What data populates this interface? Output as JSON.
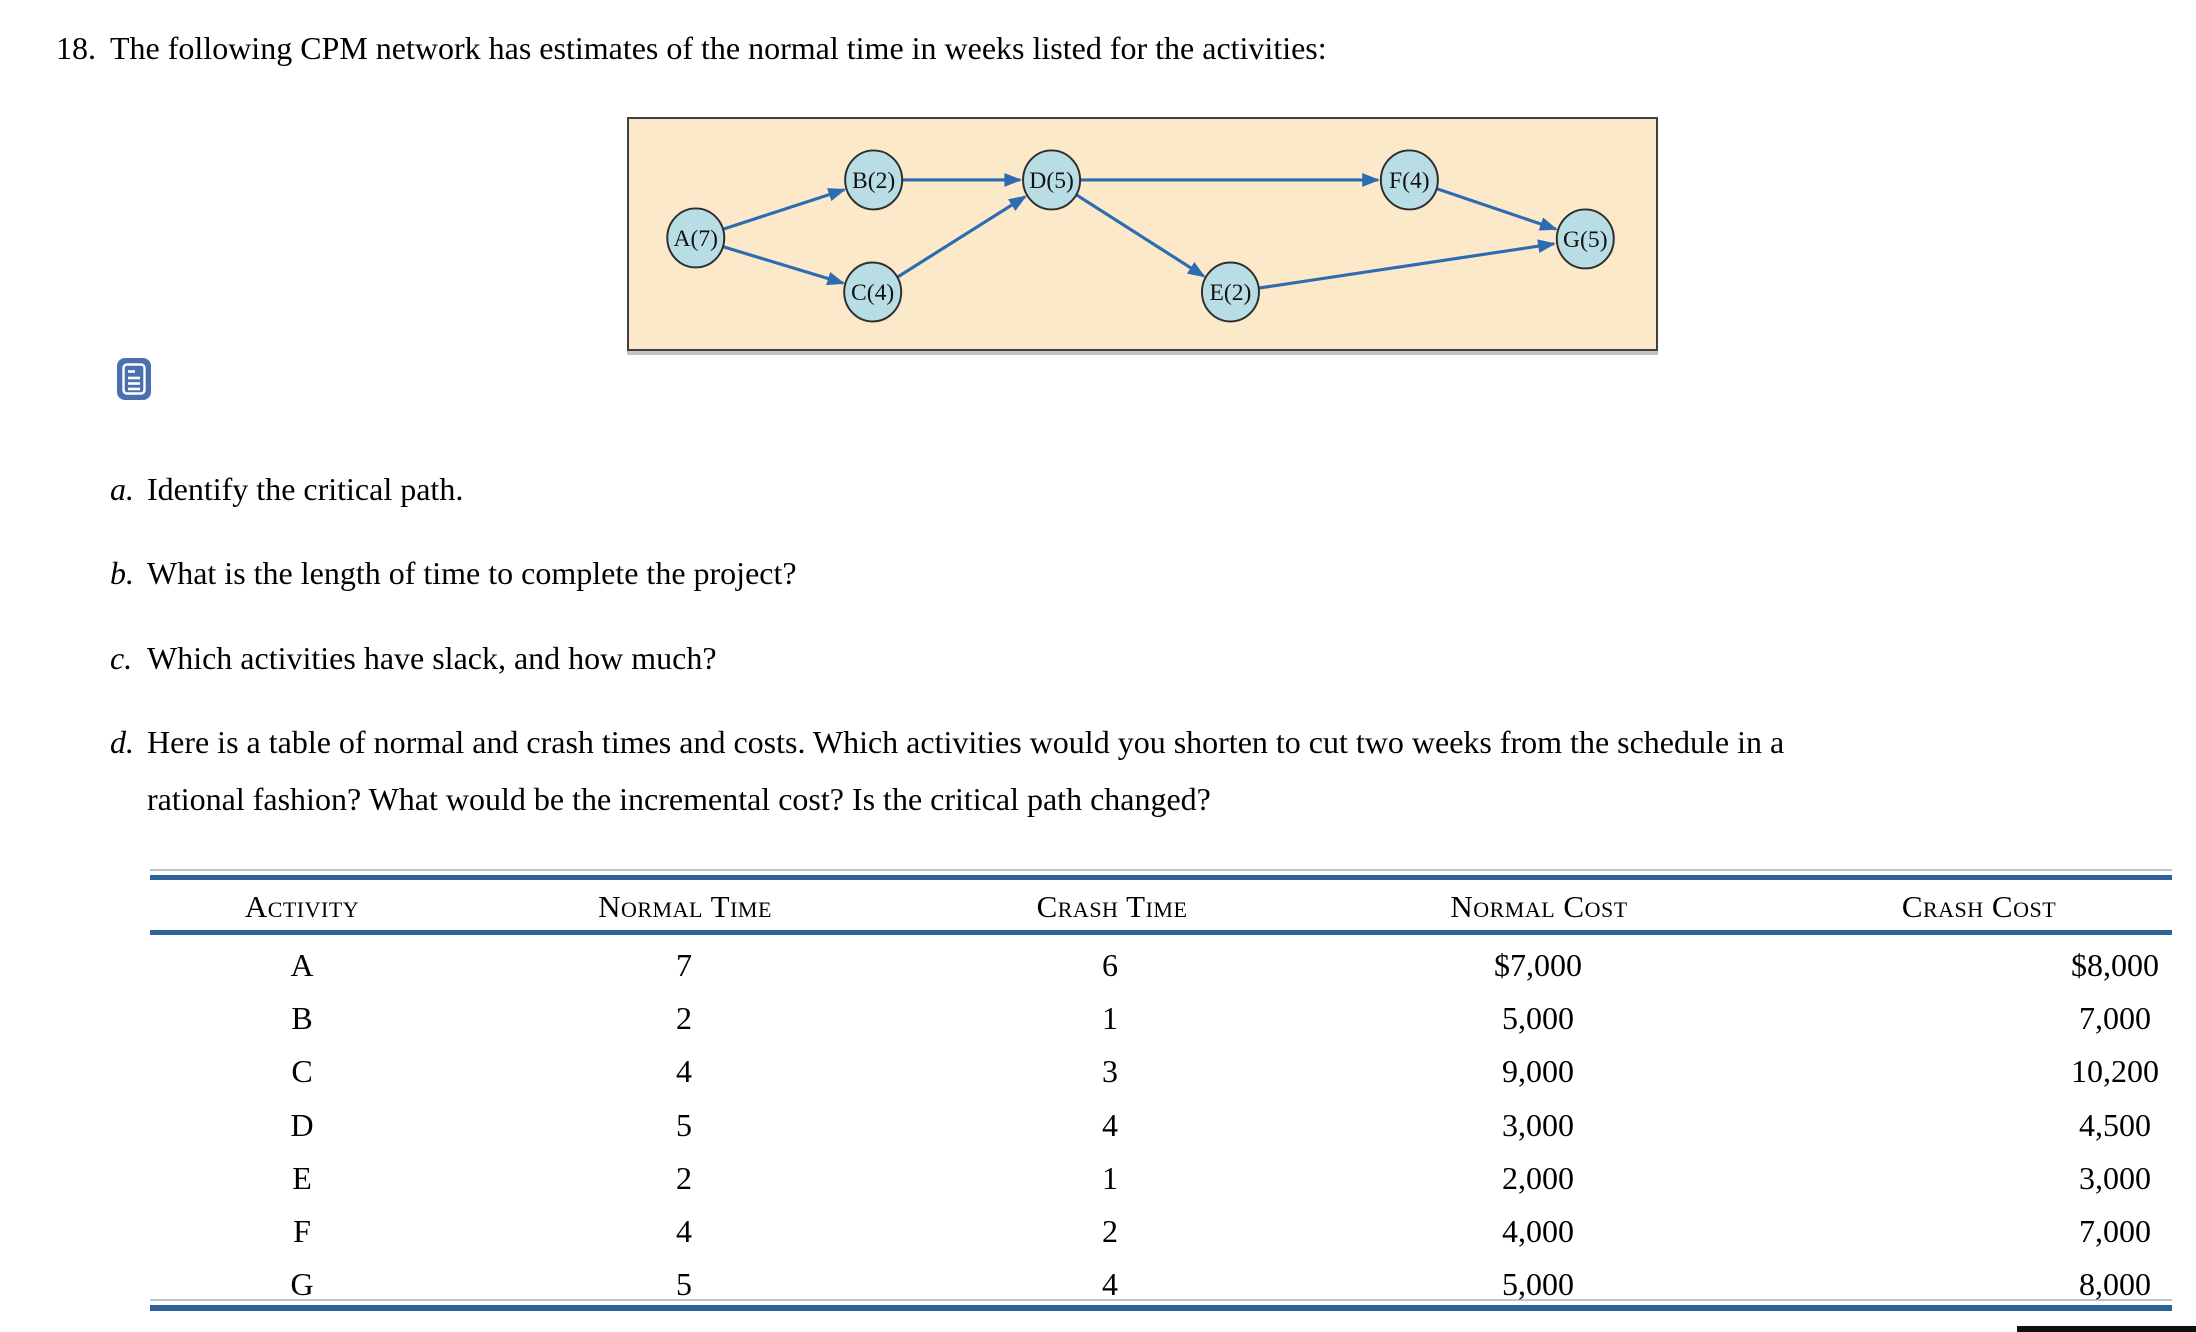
{
  "page": {
    "problem_number": "18.",
    "title": "The following CPM network has estimates of the normal time in weeks listed for the activities:"
  },
  "diagram": {
    "background_color": "#fce9ca",
    "node_fill_color": "#b9dde5",
    "arrow_color": "#2d6cb2",
    "nodes": [
      {
        "id": "A",
        "label": "A(7)"
      },
      {
        "id": "B",
        "label": "B(2)"
      },
      {
        "id": "C",
        "label": "C(4)"
      },
      {
        "id": "D",
        "label": "D(5)"
      },
      {
        "id": "E",
        "label": "E(2)"
      },
      {
        "id": "F",
        "label": "F(4)"
      },
      {
        "id": "G",
        "label": "G(5)"
      }
    ],
    "edges": [
      "A-B",
      "A-C",
      "B-D",
      "C-D",
      "D-F",
      "D-E",
      "E-G",
      "F-G"
    ]
  },
  "icons": {
    "notes_icon": "document-with-lines"
  },
  "questions": [
    {
      "letter": "a.",
      "text": "Identify the critical path."
    },
    {
      "letter": "b.",
      "text": "What is the length of time to complete the project?"
    },
    {
      "letter": "c.",
      "text": "Which activities have slack, and how much?"
    },
    {
      "letter": "d.",
      "line1": "Here is a table of normal and crash times and costs. Which activities would you shorten to cut two weeks from the schedule in a",
      "line2": "rational fashion? What would be the incremental cost? Is the critical path changed?"
    }
  ],
  "table": {
    "rule_color": "#2d6398",
    "headers": [
      "Activity",
      "Normal Time",
      "Crash Time",
      "Normal Cost",
      "Crash Cost"
    ],
    "rows": [
      [
        "A",
        "7",
        "6",
        "$7,000",
        "$8,000"
      ],
      [
        "B",
        "2",
        "1",
        "5,000",
        "7,000"
      ],
      [
        "C",
        "4",
        "3",
        "9,000",
        "10,200"
      ],
      [
        "D",
        "5",
        "4",
        "3,000",
        "4,500"
      ],
      [
        "E",
        "2",
        "1",
        "2,000",
        "3,000"
      ],
      [
        "F",
        "4",
        "2",
        "4,000",
        "7,000"
      ],
      [
        "G",
        "5",
        "4",
        "5,000",
        "8,000"
      ]
    ]
  }
}
